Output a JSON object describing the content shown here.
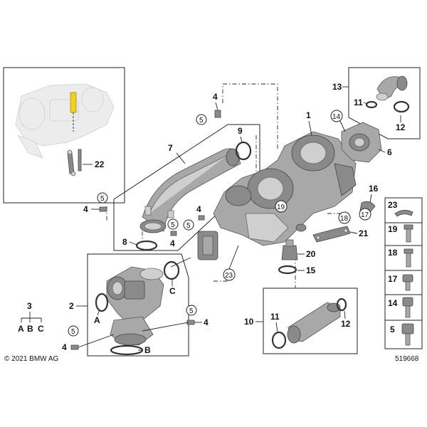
{
  "labels": {
    "l1": "1",
    "l2": "2",
    "l3": "3",
    "l4a": "4",
    "l4b": "4",
    "l4c": "4",
    "l4d": "4",
    "l4e": "4",
    "l5a": "5",
    "l5b": "5",
    "l5c": "5",
    "l5d": "5",
    "l5e": "5",
    "l5f": "5",
    "l6": "6",
    "l7": "7",
    "l8": "8",
    "l9": "9",
    "l10": "10",
    "l11a": "11",
    "l11b": "11",
    "l12a": "12",
    "l12b": "12",
    "l13": "13",
    "l14": "14",
    "l15": "15",
    "l16": "16",
    "l17": "17",
    "l18": "18",
    "l19": "19",
    "l20": "20",
    "l21": "21",
    "l22": "22",
    "l23": "23",
    "A1": "A",
    "B1": "B",
    "C1": "C",
    "A2": "A",
    "B2": "B",
    "C2": "C"
  },
  "legend": [
    "23",
    "19",
    "18",
    "17",
    "14",
    "5"
  ],
  "footer": {
    "copyright": "© 2021 BMW AG",
    "diagram_number": "519668"
  }
}
